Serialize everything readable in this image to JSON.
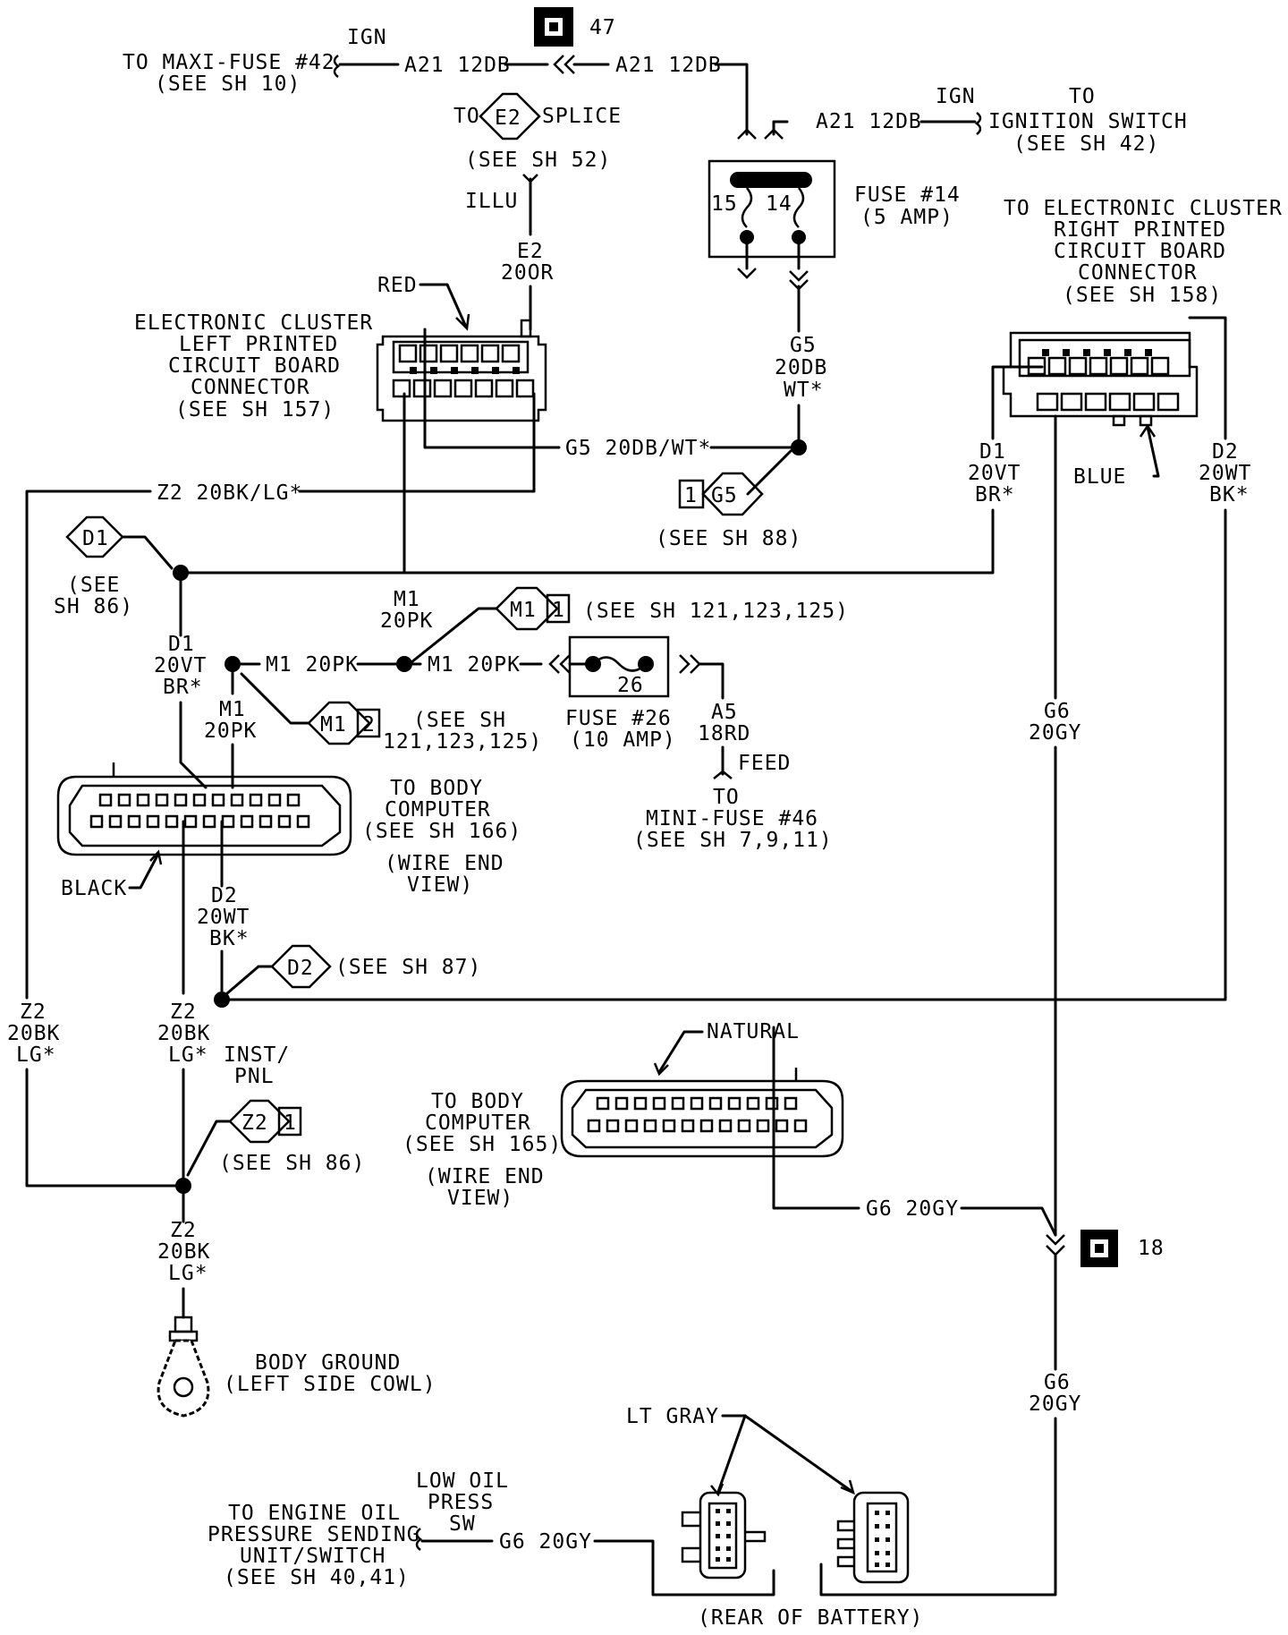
{
  "maxi_fuse": {
    "ign": "IGN",
    "l1": "TO MAXI-FUSE #42",
    "l2": "(SEE SH 10)"
  },
  "top_wire": {
    "left": "A21 12DB",
    "right": "A21 12DB"
  },
  "conn_47": "47",
  "ign_switch": {
    "ign": "IGN",
    "l1": "TO",
    "l2": "IGNITION SWITCH",
    "l3": "(SEE SH 42)",
    "wire": "A21 12DB"
  },
  "splice": {
    "to": "TO",
    "id": "E2",
    "label": "SPLICE",
    "see": "(SEE SH 52)",
    "illu": "ILLU",
    "w1": "E2",
    "w2": "20OR"
  },
  "fuse14": {
    "p15": "15",
    "p14": "14",
    "l1": "FUSE #14",
    "l2": "(5 AMP)"
  },
  "g5": {
    "w1": "G5",
    "w2": "20DB",
    "w3": "WT*",
    "horiz": "G5 20DB/WT*",
    "flag_num": "1",
    "flag_id": "G5",
    "see": "(SEE SH 88)"
  },
  "left_cluster": {
    "red": "RED",
    "l1": "ELECTRONIC CLUSTER",
    "l2": "LEFT PRINTED",
    "l3": "CIRCUIT BOARD",
    "l4": "CONNECTOR",
    "l5": "(SEE SH 157)"
  },
  "right_cluster": {
    "l1": "TO ELECTRONIC CLUSTER",
    "l2": "RIGHT PRINTED",
    "l3": "CIRCUIT BOARD",
    "l4": "CONNECTOR",
    "l5": "(SEE SH 158)",
    "blue": "BLUE"
  },
  "z2_top": "Z2 20BK/LG*",
  "d1": {
    "id": "D1",
    "see1": "(SEE",
    "see2": "SH 86)",
    "w1": "D1",
    "w2": "20VT",
    "w3": "BR*",
    "rw1": "D1",
    "rw2": "20VT",
    "rw3": "BR*"
  },
  "d2_right": {
    "w1": "D2",
    "w2": "20WT",
    "w3": "BK*"
  },
  "m1": {
    "v1": "M1",
    "v2": "20PK",
    "flag1_id": "M1",
    "flag1_num": "1",
    "flag1_see": "(SEE SH 121,123,125)",
    "h_left": "M1 20PK",
    "h_right": "M1 20PK",
    "lw1": "M1",
    "lw2": "20PK",
    "flag2_id": "M1",
    "flag2_num": "2",
    "flag2_see1": "(SEE SH",
    "flag2_see2": "121,123,125)"
  },
  "fuse26": {
    "num": "26",
    "l1": "FUSE #26",
    "l2": "(10 AMP)",
    "a5": "A5",
    "a5w": "18RD",
    "feed": "FEED",
    "to": "TO",
    "mini": "MINI-FUSE #46",
    "see": "(SEE SH 7,9,11)"
  },
  "body_comp_166": {
    "l1": "TO BODY",
    "l2": "COMPUTER",
    "l3": "(SEE SH 166)",
    "l4": "(WIRE END",
    "l5": "VIEW)",
    "black": "BLACK"
  },
  "d2": {
    "w1": "D2",
    "w2": "20WT",
    "w3": "BK*",
    "id": "D2",
    "see": "(SEE SH 87)"
  },
  "g6": {
    "w1": "G6",
    "w2": "20GY",
    "w3": "G6",
    "w4": "20GY",
    "horiz": "G6 20GY",
    "conn18": "18"
  },
  "z2": {
    "lw1": "Z2",
    "lw2": "20BK",
    "lw3": "LG*",
    "mw1": "Z2",
    "mw2": "20BK",
    "mw3": "LG*",
    "inst1": "INST/",
    "inst2": "PNL",
    "flag_id": "Z2",
    "flag_num": "1",
    "see": "(SEE SH 86)",
    "bw1": "Z2",
    "bw2": "20BK",
    "bw3": "LG*"
  },
  "body_comp_165": {
    "natural": "NATURAL",
    "l1": "TO BODY",
    "l2": "COMPUTER",
    "l3": "(SEE SH 165)",
    "l4": "(WIRE END",
    "l5": "VIEW)"
  },
  "ground": {
    "l1": "BODY GROUND",
    "l2": "(LEFT SIDE COWL)"
  },
  "oil": {
    "l1": "TO ENGINE OIL",
    "l2": "PRESSURE SENDING",
    "l3": "UNIT/SWITCH",
    "l4": "(SEE SH 40,41)",
    "sw1": "LOW OIL",
    "sw2": "PRESS",
    "sw3": "SW",
    "wire": "G6 20GY",
    "ltgray": "LT GRAY",
    "rear": "(REAR OF BATTERY)"
  }
}
